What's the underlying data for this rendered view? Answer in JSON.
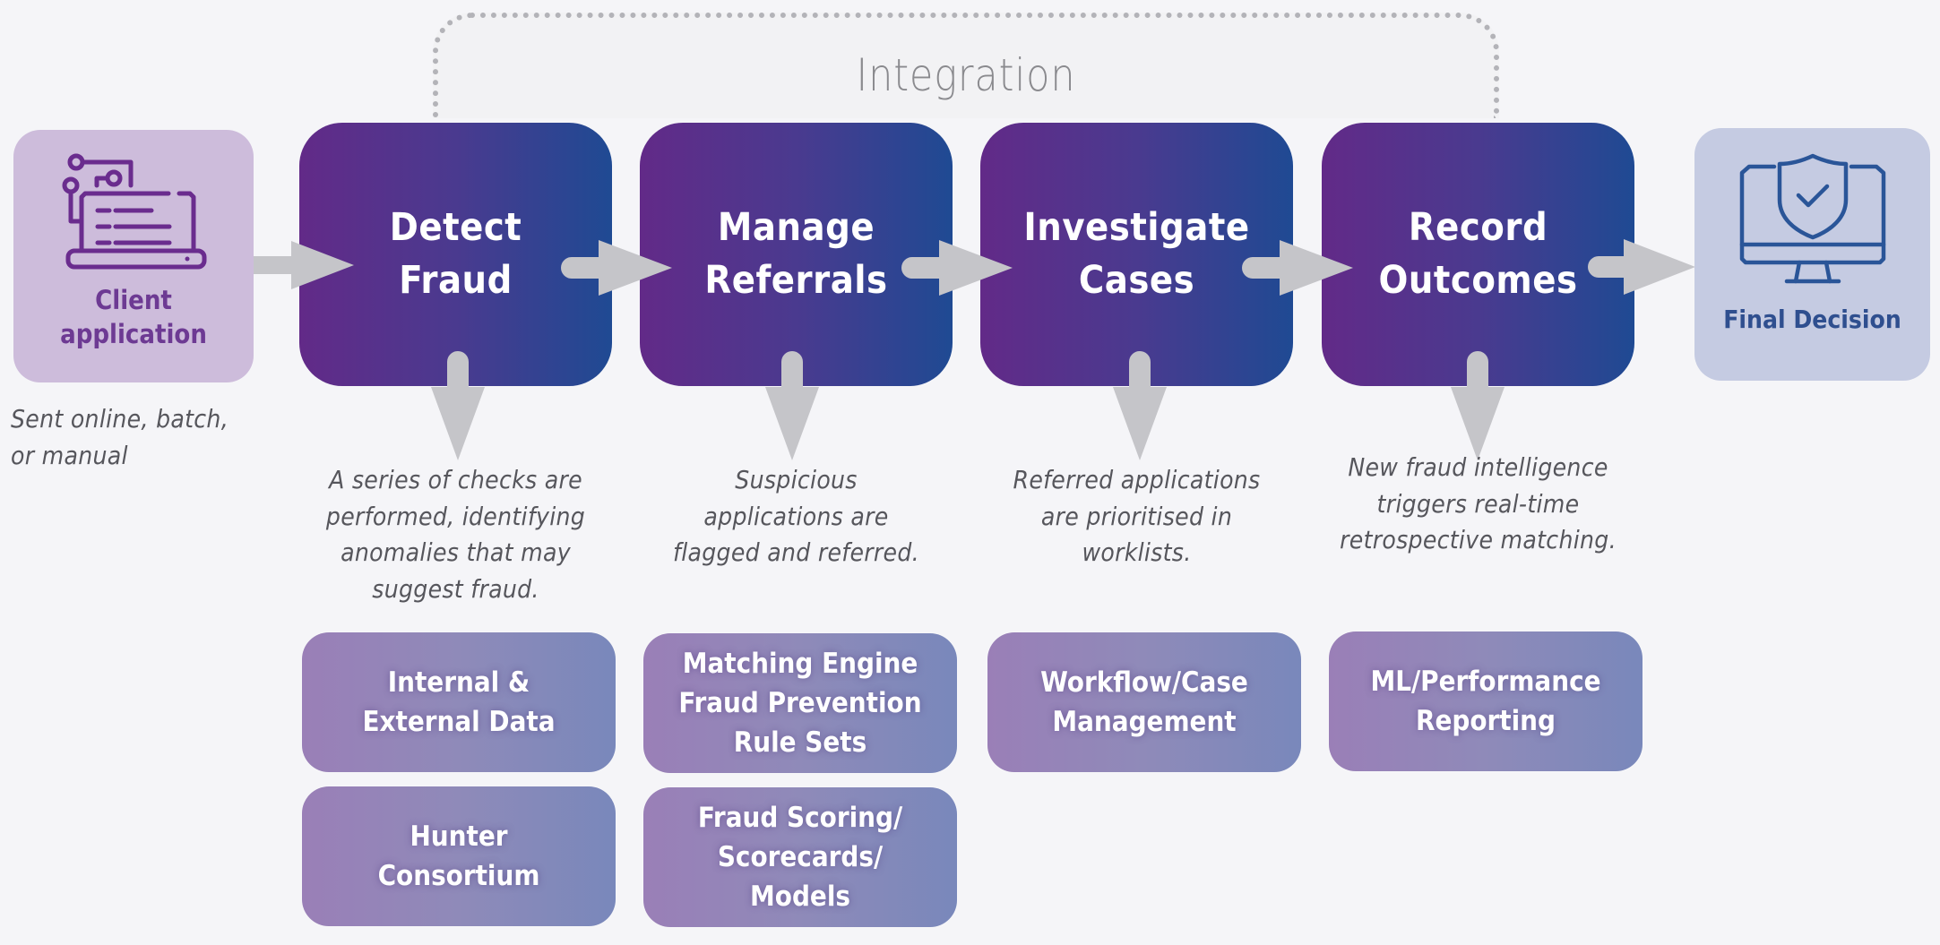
{
  "integration": {
    "label": "Integration"
  },
  "source": {
    "label": "Client application",
    "label_lines": [
      "Client",
      "application"
    ],
    "icon": "laptop-circuit-icon",
    "caption_lines": [
      "Sent online, batch,",
      "or manual"
    ]
  },
  "destination": {
    "label": "Final Decision",
    "icon": "monitor-shield-check-icon"
  },
  "steps": [
    {
      "title_lines": [
        "Detect",
        "Fraud"
      ],
      "description_lines": [
        "A series of checks are",
        "performed, identifying",
        "anomalies that may",
        "suggest fraud."
      ],
      "tools": [
        {
          "lines": [
            "Internal &",
            "External Data"
          ]
        },
        {
          "lines": [
            "Hunter",
            "Consortium"
          ]
        }
      ]
    },
    {
      "title_lines": [
        "Manage",
        "Referrals"
      ],
      "description_lines": [
        "Suspicious",
        "applications are",
        "flagged and referred."
      ],
      "tools": [
        {
          "lines": [
            "Matching Engine",
            "Fraud Prevention",
            "Rule Sets"
          ]
        },
        {
          "lines": [
            "Fraud Scoring/",
            "Scorecards/",
            "Models"
          ]
        }
      ]
    },
    {
      "title_lines": [
        "Investigate",
        "Cases"
      ],
      "description_lines": [
        "Referred applications",
        "are prioritised in",
        "worklists."
      ],
      "tools": [
        {
          "lines": [
            "Workflow/Case",
            "Management"
          ]
        }
      ]
    },
    {
      "title_lines": [
        "Record",
        "Outcomes"
      ],
      "description_lines": [
        "New fraud intelligence",
        "triggers real-time",
        "retrospective matching."
      ],
      "tools": [
        {
          "lines": [
            "ML/Performance",
            "Reporting"
          ]
        }
      ]
    }
  ],
  "colors": {
    "background": "#f5f5f8",
    "step_gradient_start": "#622a88",
    "step_gradient_end": "#1f4a93",
    "tool_gradient_start": "#9a7fb7",
    "tool_gradient_end": "#7988bb",
    "source_box": "#cdbcdb",
    "source_text": "#6d3a93",
    "destination_box": "#c5cbe2",
    "destination_text": "#2f4f8f",
    "arrow": "#c5c5c9",
    "integration_border": "#b3b3b8"
  }
}
